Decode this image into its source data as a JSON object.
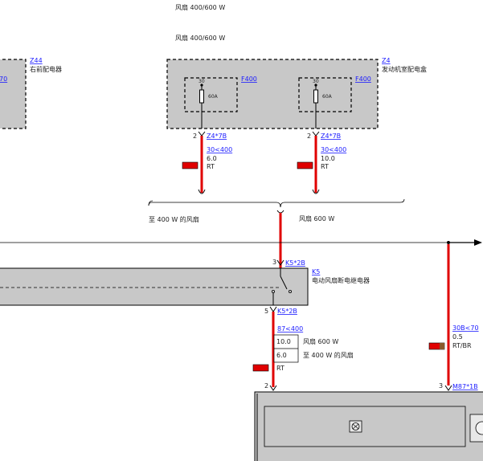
{
  "titles": {
    "top_title": "风扇 400/600 W",
    "fuse_box_title": "风扇 400/600 W",
    "brace_left": "至 400 W 的风扇",
    "brace_right": "风扇 600 W"
  },
  "left_box": {
    "ref": "Z44",
    "name": "右前配电器",
    "partial_code": "70"
  },
  "fuse_box": {
    "ref": "Z4",
    "name": "发动机室配电盒",
    "fuses": [
      {
        "ref": "F400",
        "pin": "30",
        "rating": "60A",
        "pin_no": "2",
        "connector": "Z4*7B",
        "circuit": "30<400",
        "wire_size": "6.0",
        "color": "RT"
      },
      {
        "ref": "F400",
        "pin": "30",
        "rating": "60A",
        "pin_no": "2",
        "connector": "Z4*7B",
        "circuit": "30<400",
        "wire_size": "10.0",
        "color": "RT"
      }
    ]
  },
  "relay": {
    "ref": "K5",
    "name": "电动风扇断电继电器",
    "top_pin": "3",
    "top_connector": "K5*2B",
    "bottom_pin": "5",
    "bottom_connector": "K5*2B"
  },
  "lower_wire": {
    "circuit": "87<400",
    "rows": [
      {
        "size": "10.0",
        "label": "风扇 600 W"
      },
      {
        "size": "6.0",
        "label": "至 400 W 的风扇"
      }
    ],
    "color": "RT"
  },
  "right_wire": {
    "circuit": "30B<70",
    "wire_size": "0.5",
    "color": "RT/BR",
    "pin": "3",
    "connector": "M87*1B"
  },
  "motor": {
    "pin": "2"
  },
  "colors": {
    "wire": "#e00000",
    "box_fill": "#c8c8c8",
    "link": "#1a1aff"
  }
}
